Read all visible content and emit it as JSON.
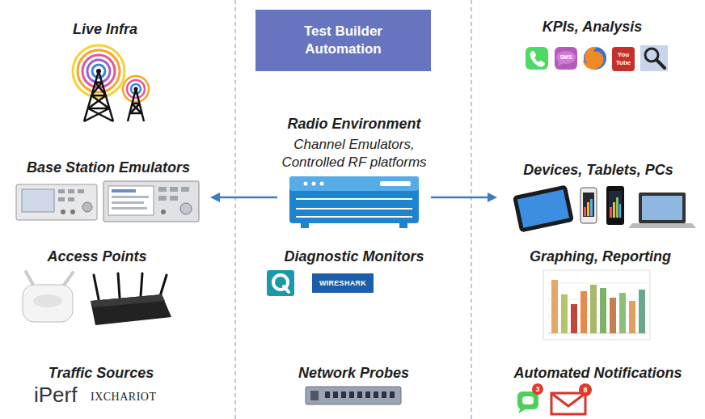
{
  "diagram": {
    "nodes": [
      {
        "text": [
          "Live Infra"
        ]
      },
      {
        "text": [
          "Test Builder Automation"
        ]
      },
      {
        "text": [
          "KPIs, Analysis"
        ]
      },
      {
        "text": [
          "Base Station Emulators"
        ]
      },
      {
        "text": [
          "Radio Environment",
          "Channel Emulators, Controlled RF platforms"
        ]
      },
      {
        "text": [
          "Devices, Tablets, PCs"
        ]
      },
      {
        "text": [
          "Access Points"
        ]
      },
      {
        "text": [
          "Diagnostic Monitors"
        ]
      },
      {
        "text": [
          "Graphing, Reporting"
        ]
      },
      {
        "text": [
          "Traffic Sources"
        ]
      },
      {
        "text": [
          "Network Probes"
        ]
      },
      {
        "text": [
          "Automated Notifications"
        ]
      }
    ],
    "edges": [
      {
        "from": 4,
        "to": 3,
        "arrow": "to"
      },
      {
        "from": 4,
        "to": 5,
        "arrow": "to"
      }
    ],
    "labels": [
      "SMS",
      "You Tube",
      "WIRESHARK",
      "iPerf",
      "IXCHARIOT",
      "3",
      "8"
    ]
  }
}
